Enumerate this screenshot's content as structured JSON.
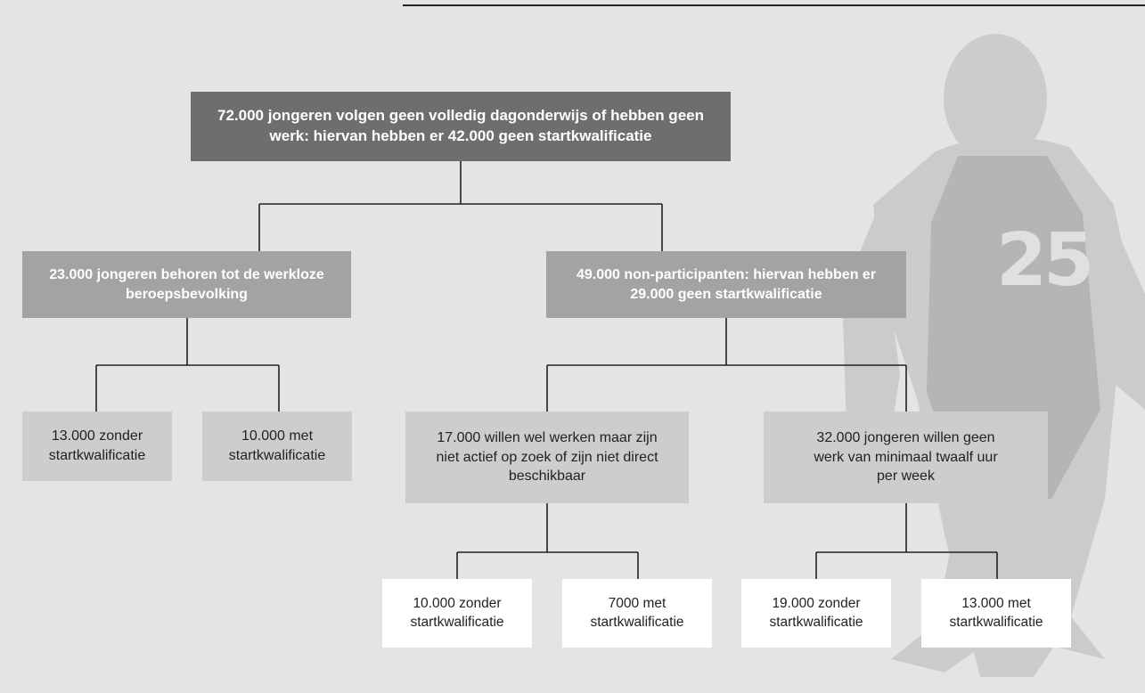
{
  "nodes": {
    "root": "72.000 jongeren volgen geen volledig dagonderwijs of hebben geen werk: hiervan hebben er 42.000 geen startkwalificatie",
    "unemployed": "23.000 jongeren behoren tot de werkloze beroepsbevolking",
    "non_participants": "49.000 non-participanten: hiervan hebben er 29.000 geen startkwalificatie",
    "unemployed_without": "13.000 zonder startkwalificatie",
    "unemployed_with": "10.000 met startkwalificatie",
    "want_work": "17.000 willen wel werken maar zijn niet actief op zoek of zijn niet direct beschikbaar",
    "no_work": "32.000 jongeren willen geen werk van minimaal twaalf uur per week",
    "want_work_without": "10.000 zonder startkwalificatie",
    "want_work_with": "7000 met startkwalificatie",
    "no_work_without": "19.000 zonder startkwalificatie",
    "no_work_with": "13.000 met startkwalificatie"
  },
  "colors": {
    "background": "#e4e4e4",
    "root_box": "#6e6e6e",
    "level1_box": "#a3a3a3",
    "level2_box": "#cdcdcd",
    "leaf_box": "#ffffff",
    "connector": "#222222"
  },
  "background_image": "basketball-player-back-number-25"
}
